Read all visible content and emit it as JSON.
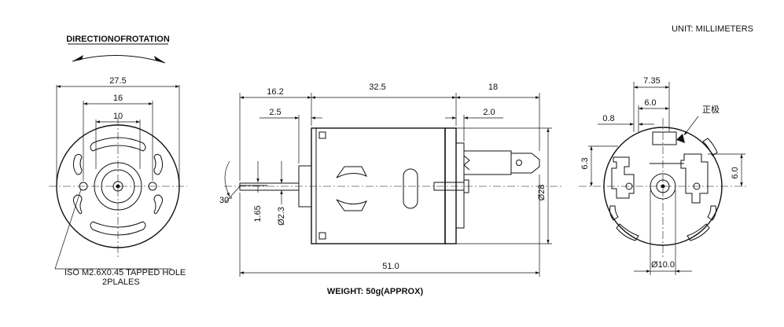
{
  "header": {
    "direction_label": "DIRECTIONOFROTATION",
    "unit_label": "UNIT: MILLIMETERS"
  },
  "front_view": {
    "dims": {
      "outer_width": "27.5",
      "bolt_spacing": "16",
      "inner_spacing": "10"
    },
    "hole_note_line1": "ISO M2.6X0.45  TAPPED  HOLE",
    "hole_note_line2": "2PLALES"
  },
  "side_view": {
    "dims": {
      "shaft_length": "16.2",
      "body_length": "32.5",
      "terminal_length": "18",
      "left_offset": "2.5",
      "right_offset": "2.0",
      "overall_length": "51.0",
      "body_diameter": "Ø28",
      "angle": "30°",
      "flat_depth": "1.65",
      "shaft_diameter": "Ø2.3"
    },
    "weight_label": "WEIGHT: 50g(APPROX)"
  },
  "rear_view": {
    "dims": {
      "top_width": "7.35",
      "terminal_offset": "6.0",
      "small_offset": "0.8",
      "left_height": "6.3",
      "right_height": "6.0",
      "boss_diameter": "Ø10.0"
    },
    "polarity_label": "正极"
  }
}
